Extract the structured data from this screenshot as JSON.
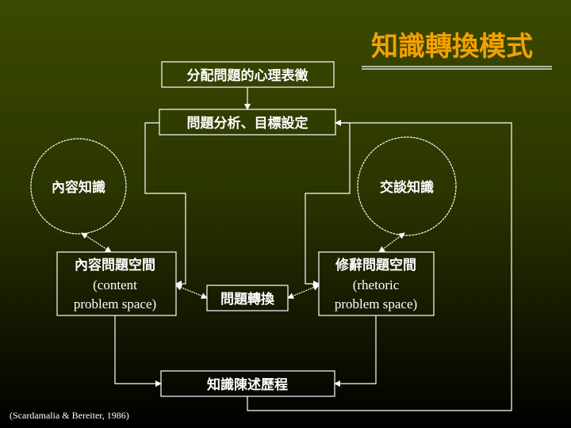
{
  "title": "知識轉換模式",
  "boxes": {
    "representation": "分配問題的心理表徵",
    "analysis": "問題分析、目標設定",
    "content_space": {
      "zh": "內容問題空間",
      "en1": "(content",
      "en2": "problem space)"
    },
    "rhetoric_space": {
      "zh": "修辭問題空間",
      "en1": "(rhetoric",
      "en2": "problem space)"
    },
    "translation": "問題轉換",
    "telling": "知識陳述歷程"
  },
  "circles": {
    "content_knowledge": "內容知識",
    "discourse_knowledge": "交談知識"
  },
  "citation": "(Scardamalia & Bereiter, 1986)",
  "colors": {
    "title": "#f5a000",
    "lines": "#ffffff"
  }
}
